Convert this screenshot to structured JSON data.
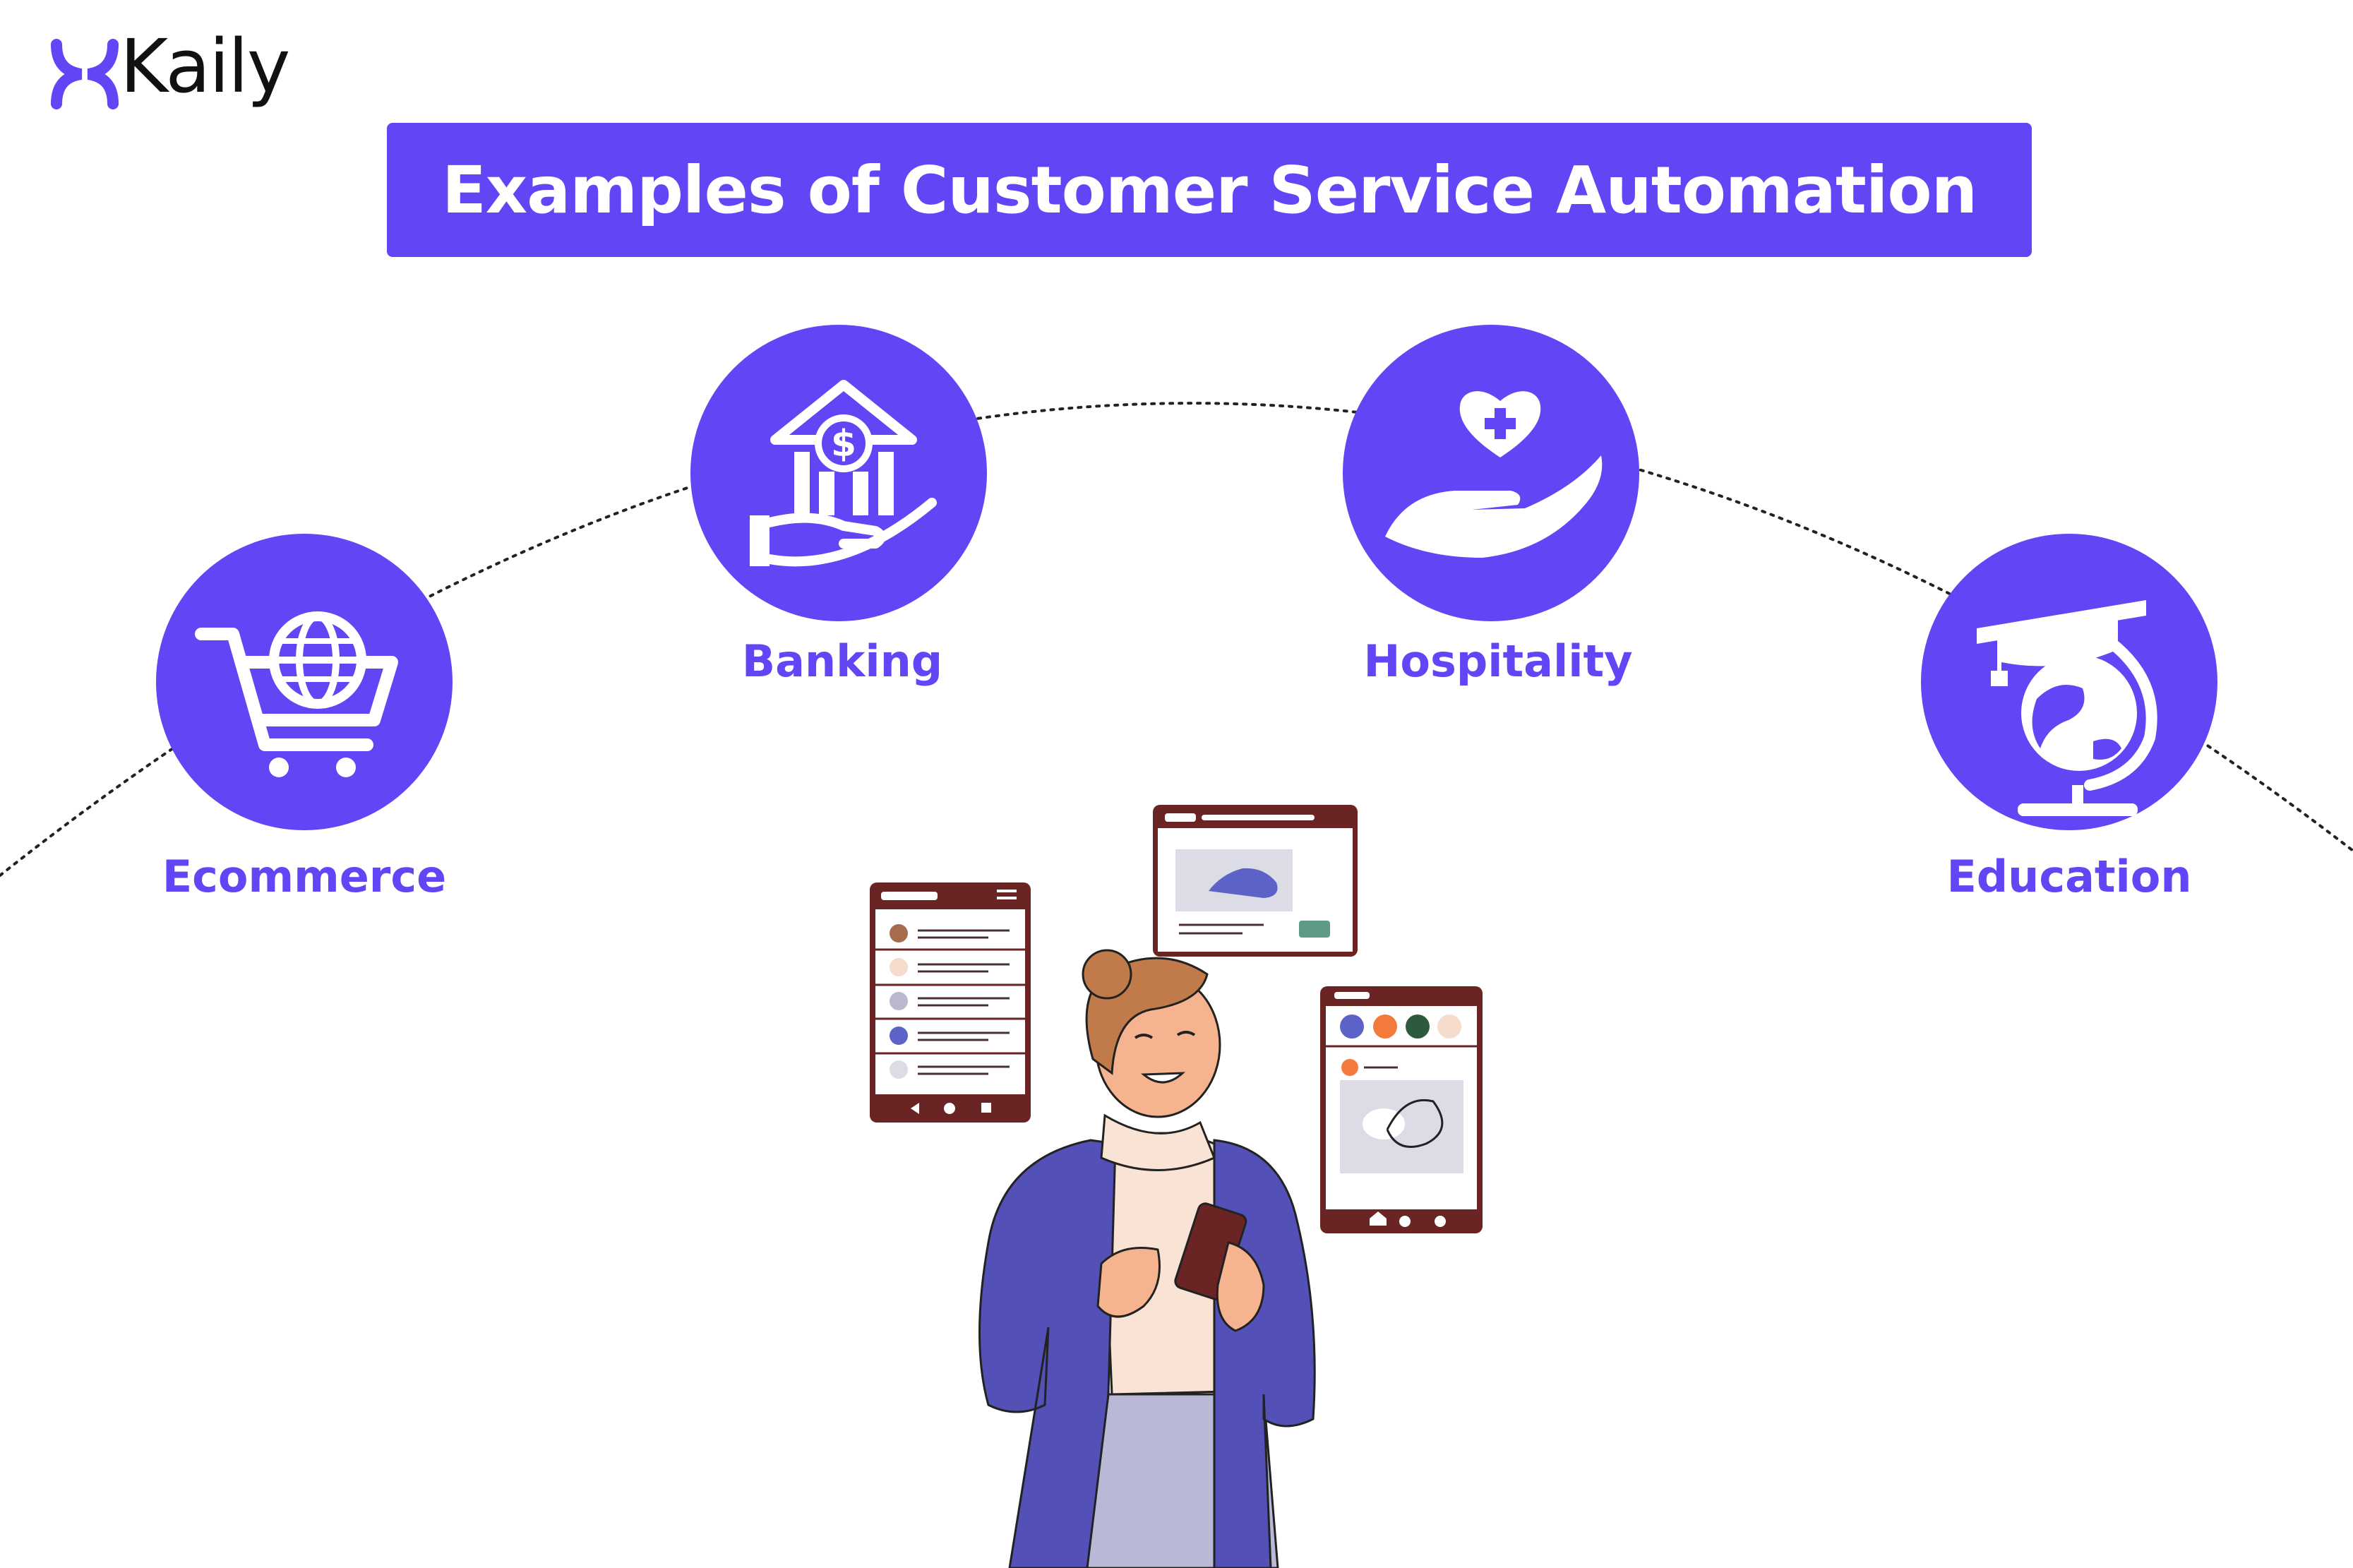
{
  "brand": {
    "name": "Kaily",
    "color": "#6246f5"
  },
  "banner": {
    "title": "Examples of Customer Service Automation"
  },
  "categories": [
    {
      "label": "Ecommerce",
      "icon": "cart-globe-icon"
    },
    {
      "label": "Banking",
      "icon": "bank-hand-icon"
    },
    {
      "label": "Hospitality",
      "icon": "heart-hand-icon"
    },
    {
      "label": "Education",
      "icon": "graduation-globe-icon"
    }
  ],
  "colors": {
    "accent": "#6246f5",
    "jacket": "#5350b8",
    "skin": "#f5b48f",
    "hair": "#c17b4a",
    "panel_frame": "#6b2424",
    "white": "#ffffff"
  },
  "illustration": {
    "subject": "person-with-phone-illustration"
  }
}
